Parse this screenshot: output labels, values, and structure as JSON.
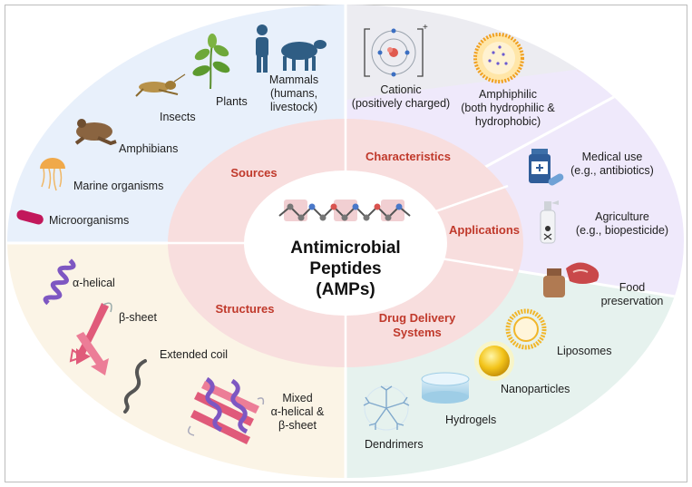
{
  "center": {
    "line1": "Antimicrobial",
    "line2": "Peptides",
    "line3": "(AMPs)"
  },
  "sections": {
    "sources": "Sources",
    "characteristics": "Characteristics",
    "applications": "Applications",
    "drug_delivery_1": "Drug Delivery",
    "drug_delivery_2": "Systems",
    "structures": "Structures"
  },
  "sources": {
    "mammals_1": "Mammals",
    "mammals_2": "(humans,",
    "mammals_3": "livestock)",
    "plants": "Plants",
    "insects": "Insects",
    "amphibians": "Amphibians",
    "marine": "Marine organisms",
    "micro": "Microorganisms"
  },
  "characteristics": {
    "cationic_1": "Cationic",
    "cationic_2": "(positively charged)",
    "amphiphilic_1": "Amphiphilic",
    "amphiphilic_2": "(both hydrophilic &",
    "amphiphilic_3": "hydrophobic)"
  },
  "applications": {
    "medical_1": "Medical use",
    "medical_2": "(e.g., antibiotics)",
    "agri_1": "Agriculture",
    "agri_2": "(e.g., biopesticide)",
    "food_1": "Food",
    "food_2": "preservation"
  },
  "drug_delivery": {
    "liposomes": "Liposomes",
    "nanoparticles": "Nanoparticles",
    "hydrogels": "Hydrogels",
    "dendrimers": "Dendrimers"
  },
  "structures": {
    "alpha": "α-helical",
    "beta": "β-sheet",
    "coil": "Extended coil",
    "mixed_1": "Mixed",
    "mixed_2": "α-helical &",
    "mixed_3": "β-sheet"
  },
  "colors": {
    "sources_bg": "#e8f0fb",
    "characteristics_bg": "#ececf1",
    "applications_bg": "#efe9fb",
    "drug_bg": "#e6f2ee",
    "structures_bg": "#fbf4e6",
    "inner_ring": "#f8dede",
    "section_text": "#c0392b"
  },
  "icons": [
    "human-icon",
    "cow-icon",
    "plant-icon",
    "grasshopper-icon",
    "frog-icon",
    "jellyfish-icon",
    "bacterium-icon",
    "atom-icon",
    "micelle-icon",
    "pill-bottle-icon",
    "spray-bottle-icon",
    "food-icon",
    "helix-icon",
    "beta-sheet-icon",
    "coil-icon",
    "mixed-structure-icon",
    "liposome-icon",
    "nanoparticle-icon",
    "hydrogel-icon",
    "dendrimer-icon",
    "peptide-chain-icon"
  ]
}
